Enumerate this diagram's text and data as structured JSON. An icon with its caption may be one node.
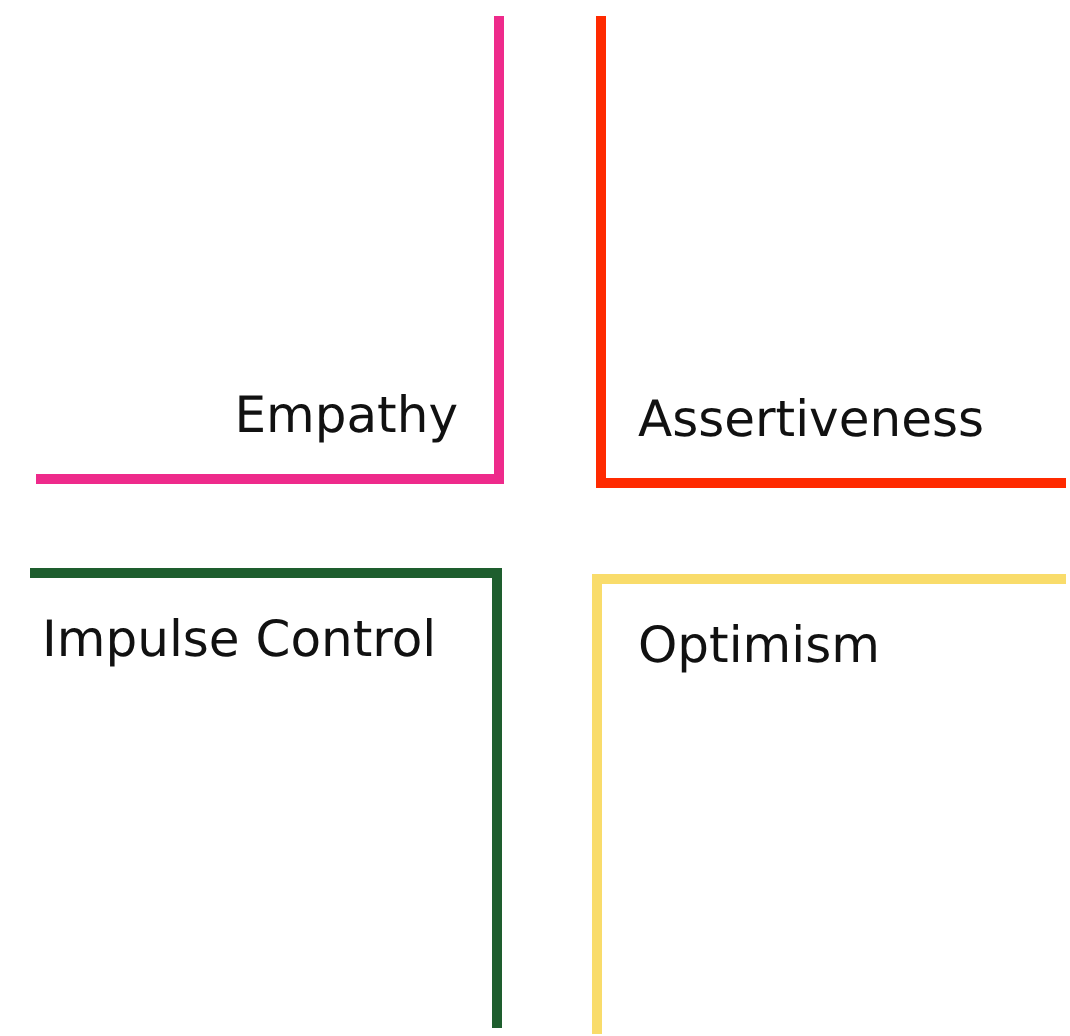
{
  "diagram": {
    "nodes": [
      {
        "text": [
          "Empathy"
        ]
      },
      {
        "text": [
          "Assertiveness"
        ]
      },
      {
        "text": [
          "Impulse Control"
        ]
      },
      {
        "text": [
          "Optimism"
        ]
      }
    ]
  }
}
